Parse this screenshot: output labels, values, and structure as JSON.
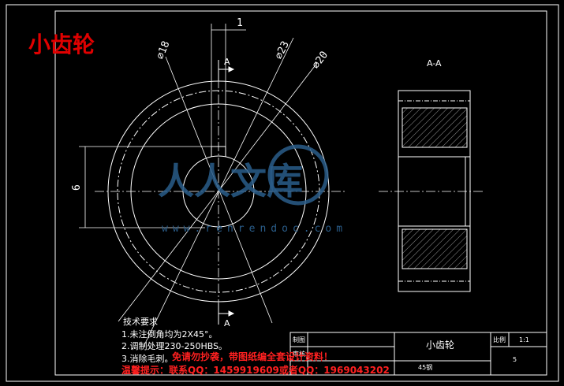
{
  "drawing": {
    "title": "小齿轮",
    "section_label": "A-A",
    "cut_mark": "A",
    "dims": {
      "d18": "⌀18",
      "d23": "⌀23",
      "d20": "⌀20",
      "width": "1",
      "keyway": "6"
    },
    "notes": {
      "heading": "技术要求",
      "line1": "1.未注倒角均为2X45°。",
      "line2": "2.调制处理230-250HBS。",
      "line3": "3.消除毛刺。"
    },
    "title_block": {
      "part_name": "小齿轮",
      "drawn": "制图",
      "checked": "审核",
      "scale_label": "比例",
      "scale_value": "1:1",
      "material_label": "45钢",
      "sheet_no": "5"
    },
    "warning": {
      "line1": "免请勿抄袭，带图纸编全套设计资料！",
      "line2": "温馨提示：联系QQ：1459919609或者QQ：1969043202"
    },
    "watermark": {
      "logo_text": "人人文库",
      "url": "www.renrendoc.com"
    }
  }
}
